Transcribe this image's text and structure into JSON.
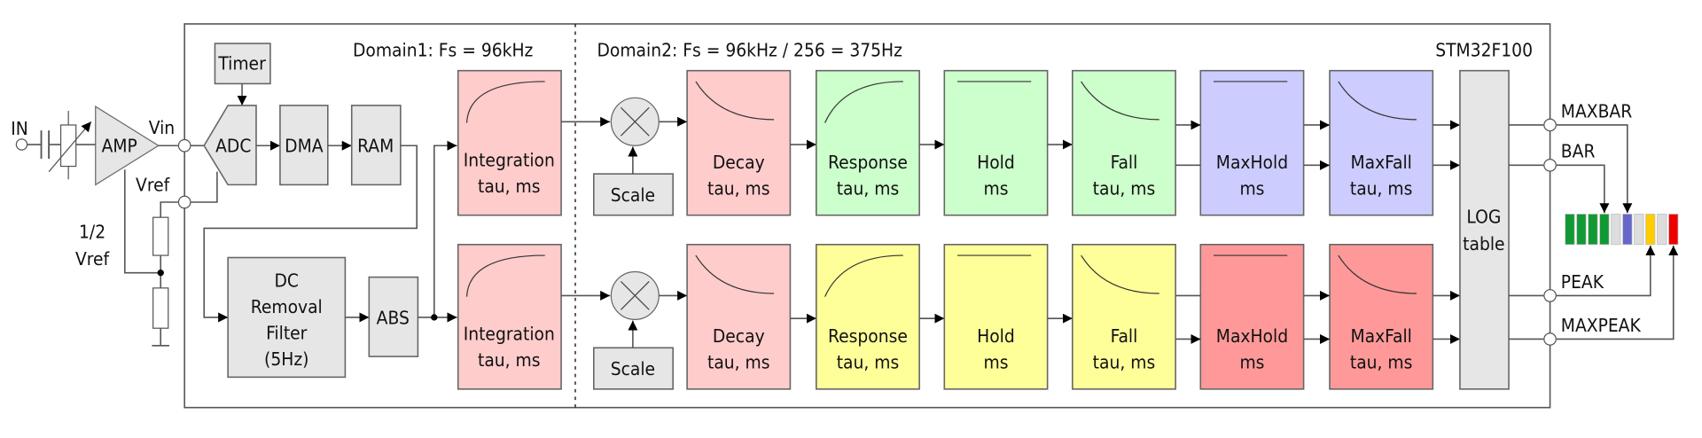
{
  "title_domain1": "Domain1: Fs = 96kHz",
  "title_domain2": "Domain2: Fs = 96kHz / 256 = 375Hz",
  "chip": "STM32F100",
  "input": {
    "in": "IN",
    "amp": "AMP",
    "vin": "Vin",
    "vref": "Vref",
    "half": "1/2",
    "half_vref": "Vref"
  },
  "front": {
    "timer": "Timer",
    "adc": "ADC",
    "dma": "DMA",
    "ram": "RAM",
    "abs": "ABS",
    "dc": [
      "DC",
      "Removal",
      "Filter",
      "(5Hz)"
    ],
    "scale": "Scale"
  },
  "integration": [
    "Integration",
    "tau, ms"
  ],
  "columns": [
    {
      "id": "decay",
      "lines": [
        "Decay",
        "tau, ms"
      ],
      "curve": "decay",
      "top": "#ffcccc",
      "bottom": "#ffcccc"
    },
    {
      "id": "response",
      "lines": [
        "Response",
        "tau, ms"
      ],
      "curve": "rise",
      "top": "#ccffcc",
      "bottom": "#ffff99"
    },
    {
      "id": "hold",
      "lines": [
        "Hold",
        "ms"
      ],
      "curve": "flat",
      "top": "#ccffcc",
      "bottom": "#ffff99"
    },
    {
      "id": "fall",
      "lines": [
        "Fall",
        "tau, ms"
      ],
      "curve": "decay",
      "top": "#ccffcc",
      "bottom": "#ffff99"
    },
    {
      "id": "maxhold",
      "lines": [
        "MaxHold",
        "ms"
      ],
      "curve": "flat",
      "top": "#ccccff",
      "bottom": "#ff9999"
    },
    {
      "id": "maxfall",
      "lines": [
        "MaxFall",
        "tau, ms"
      ],
      "curve": "decay",
      "top": "#ccccff",
      "bottom": "#ff9999"
    }
  ],
  "log": [
    "LOG",
    "table"
  ],
  "outputs": [
    "MAXBAR",
    "BAR",
    "PEAK",
    "MAXPEAK"
  ],
  "bar_segments": [
    "#119933",
    "#119933",
    "#119933",
    "#119933",
    "#dddddd",
    "#6666cc",
    "#dddddd",
    "#ffcc00",
    "#dddddd",
    "#ee0000"
  ],
  "colors": {
    "block": "#e6e6e6",
    "integration": "#ffcccc"
  }
}
